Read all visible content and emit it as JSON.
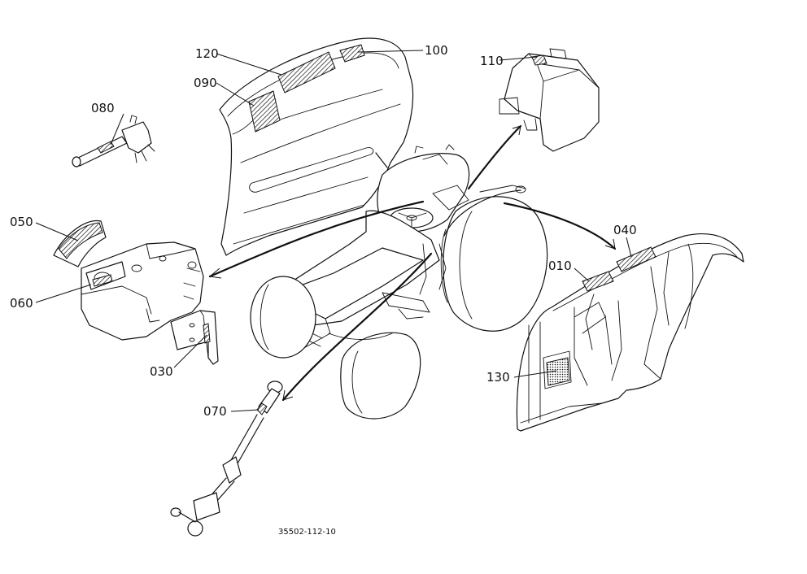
{
  "diagram": {
    "drawing_number": "35502-112-10",
    "callouts": [
      {
        "id": "c100",
        "label": "100"
      },
      {
        "id": "c120",
        "label": "120"
      },
      {
        "id": "c090",
        "label": "090"
      },
      {
        "id": "c080",
        "label": "080"
      },
      {
        "id": "c110",
        "label": "110"
      },
      {
        "id": "c050",
        "label": "050"
      },
      {
        "id": "c060",
        "label": "060"
      },
      {
        "id": "c030",
        "label": "030"
      },
      {
        "id": "c040",
        "label": "040"
      },
      {
        "id": "c010",
        "label": "010"
      },
      {
        "id": "c130",
        "label": "130"
      },
      {
        "id": "c070",
        "label": "070"
      }
    ]
  }
}
